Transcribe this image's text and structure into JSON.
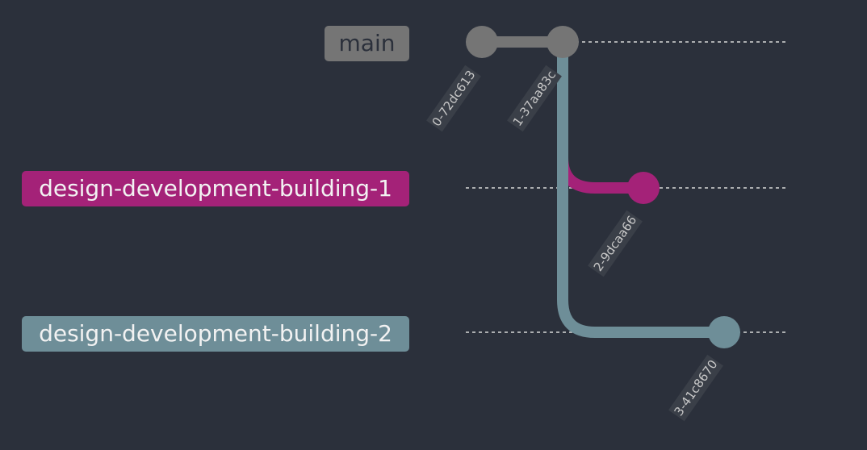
{
  "branches": [
    {
      "name": "main",
      "color": "#757575",
      "text_color": "#2b303b"
    },
    {
      "name": "design-development-building-1",
      "color": "#a42278",
      "text_color": "#f2f2f2"
    },
    {
      "name": "design-development-building-2",
      "color": "#6e8e98",
      "text_color": "#f2f2f2"
    }
  ],
  "commits": [
    {
      "id": "0-72dc613",
      "branch": "main"
    },
    {
      "id": "1-37aa83c",
      "branch": "main"
    },
    {
      "id": "2-9dcaa66",
      "branch": "design-development-building-1"
    },
    {
      "id": "3-41c8670",
      "branch": "design-development-building-2"
    }
  ],
  "colors": {
    "background": "#2b303b",
    "lane_line": "#d8d8d8",
    "tag_background": "#3a3f48",
    "tag_text": "#c8c8c8"
  }
}
